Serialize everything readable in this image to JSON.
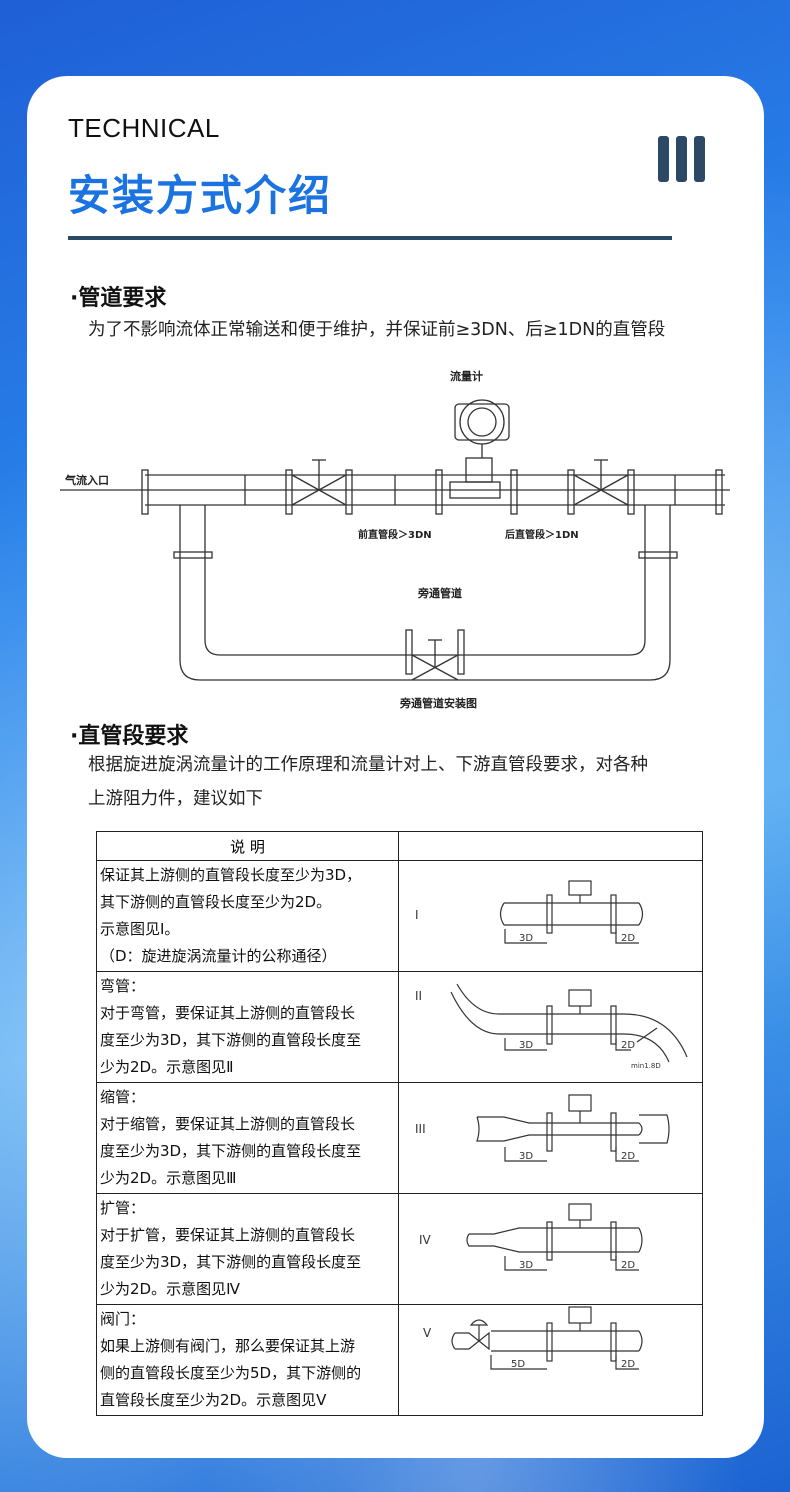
{
  "header": {
    "eyebrow": "TECHNICAL",
    "title": "安装方式介绍"
  },
  "section1": {
    "heading": "·管道要求",
    "text": "为了不影响流体正常输送和便于维护，并保证前≥3DN、后≥1DN的直管段",
    "diagram": {
      "flowmeter_label": "流量计",
      "inlet_label": "气流入口",
      "front_label": "前直管段＞3DN",
      "rear_label": "后直管段＞1DN",
      "bypass_label": "旁通管道",
      "caption": "旁通管道安装图"
    }
  },
  "section2": {
    "heading": "·直管段要求",
    "text_line1": "根据旋进旋涡流量计的工作原理和流量计对上、下游直管段要求，对各种",
    "text_line2": "上游阻力件，建议如下"
  },
  "table": {
    "header": "说 明",
    "rows": [
      {
        "lines": [
          "保证其上游侧的直管段长度至少为3D，",
          "其下游侧的直管段长度至少为2D。",
          "示意图见Ⅰ。",
          "（D：旋进旋涡流量计的公称通径）"
        ],
        "numeral": "I",
        "up": "3D",
        "down": "2D"
      },
      {
        "lines": [
          "弯管：",
          "对于弯管，要保证其上游侧的直管段长",
          "度至少为3D，其下游侧的直管段长度至",
          "少为2D。示意图见Ⅱ"
        ],
        "numeral": "II",
        "up": "3D",
        "down": "2D",
        "note": "min1.8D"
      },
      {
        "lines": [
          "缩管：",
          "对于缩管，要保证其上游侧的直管段长",
          "度至少为3D，其下游侧的直管段长度至",
          "少为2D。示意图见Ⅲ"
        ],
        "numeral": "III",
        "up": "3D",
        "down": "2D"
      },
      {
        "lines": [
          "扩管：",
          "对于扩管，要保证其上游侧的直管段长",
          "度至少为3D，其下游侧的直管段长度至",
          "少为2D。示意图见Ⅳ"
        ],
        "numeral": "IV",
        "up": "3D",
        "down": "2D"
      },
      {
        "lines": [
          "阀门：",
          "如果上游侧有阀门，那么要保证其上游",
          "侧的直管段长度至少为5D，其下游侧的",
          "直管段长度至少为2D。示意图见Ⅴ"
        ],
        "numeral": "V",
        "up": "5D",
        "down": "2D"
      }
    ]
  }
}
